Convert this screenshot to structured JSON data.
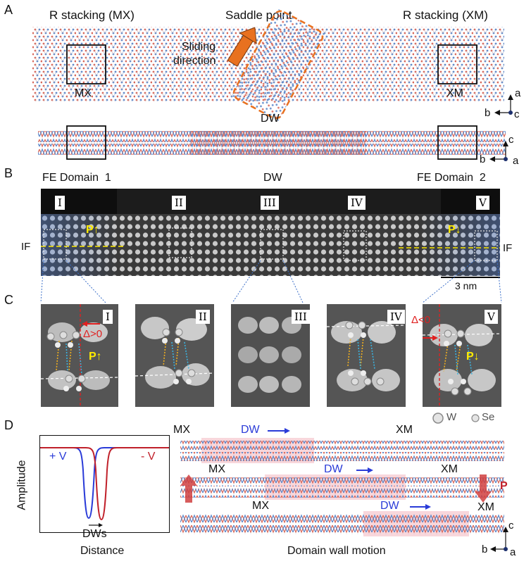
{
  "panels": {
    "a": "A",
    "b": "B",
    "c": "C",
    "d": "D"
  },
  "panel_a": {
    "left_title": "R stacking (MX)",
    "center_title": "Saddle point",
    "right_title": "R stacking (XM)",
    "sliding_label_1": "Sliding",
    "sliding_label_2": "direction",
    "box_left": "MX",
    "box_right": "XM",
    "dw_label": "DW",
    "axes_top": {
      "up": "a",
      "left": "b",
      "center": "c"
    },
    "axes_side": {
      "up": "c",
      "left": "b",
      "center": "a"
    }
  },
  "panel_b": {
    "left_title": "FE Domain  1",
    "center_title": "DW",
    "right_title": "FE Domain  2",
    "regions": [
      "I",
      "II",
      "III",
      "IV",
      "V"
    ],
    "p_up": "P",
    "p_down": "P",
    "arrow_up": "↑",
    "arrow_down": "↓",
    "if_label": "IF",
    "scale_bar": "3 nm"
  },
  "panel_c": {
    "tiles": [
      "I",
      "II",
      "III",
      "IV",
      "V"
    ],
    "delta_pos": "Δ>0",
    "delta_neg": "Δ<0",
    "legend_w": "W",
    "legend_se": "Se"
  },
  "panel_d": {
    "plot": {
      "ylabel": "Amplitude",
      "xlabel": "Distance",
      "plus_v": "+ V",
      "minus_v": "- V",
      "dws": "DWs"
    },
    "motion": {
      "rows": [
        {
          "left": "MX",
          "dw": "DW",
          "right": "XM"
        },
        {
          "left": "MX",
          "dw": "DW",
          "right": "XM"
        },
        {
          "left": "MX",
          "dw": "DW",
          "right": "XM"
        }
      ],
      "p_label": "P",
      "title": "Domain wall motion",
      "axes": {
        "up": "c",
        "left": "b",
        "center": "a"
      }
    }
  },
  "colors": {
    "blue": "#2a3bd8",
    "red": "#c0202a",
    "orange": "#e8711f",
    "yellow": "#ffeb00",
    "lattice_blue": "#5b87c8",
    "lattice_red": "#d8685a",
    "dw_pink": "#f2b6c0"
  }
}
